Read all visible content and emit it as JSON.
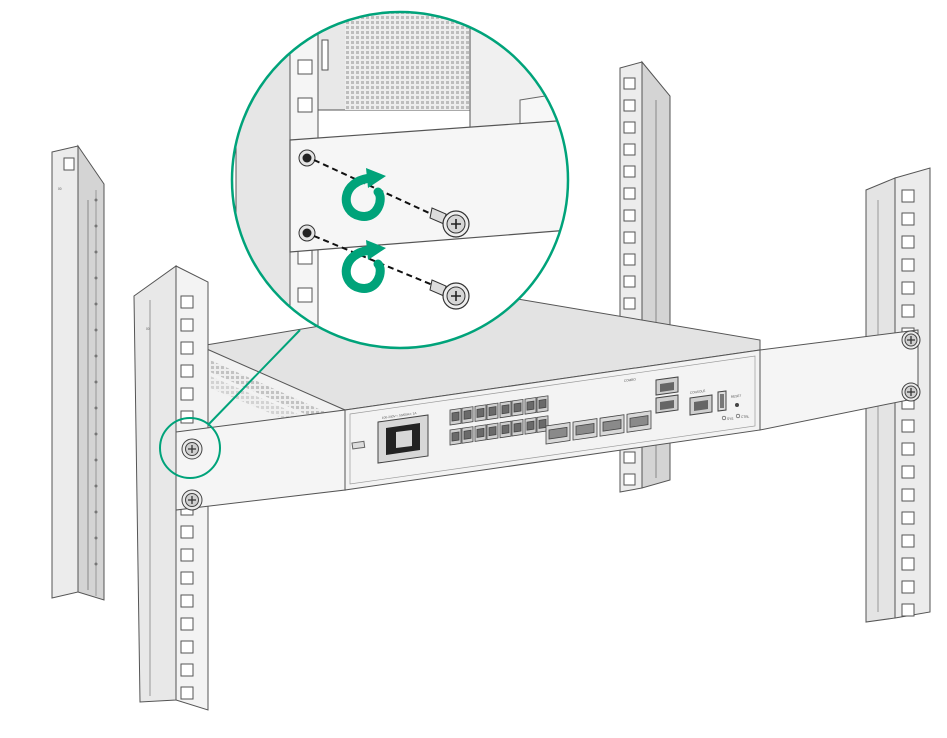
{
  "colors": {
    "accent": "#00a37a",
    "line": "#4a4a4a",
    "rail": "#e6e6e6",
    "rail_dark": "#cfcfcf",
    "device_top": "#e2e2e2",
    "device_front": "#f0f0f0",
    "bracket": "#f4f4f4"
  },
  "icons": [
    "rack-post",
    "mounting-bracket",
    "screw",
    "rotate-arrow",
    "magnifier-callout"
  ],
  "labels": {
    "power_label": "100-240V~; 50/60Hz; 1A",
    "console_label": "CONSOLE",
    "reset_label": "RESET",
    "combo_label": "COMBO",
    "sys_label": "SYS",
    "ctrl_label": "CTRL"
  }
}
